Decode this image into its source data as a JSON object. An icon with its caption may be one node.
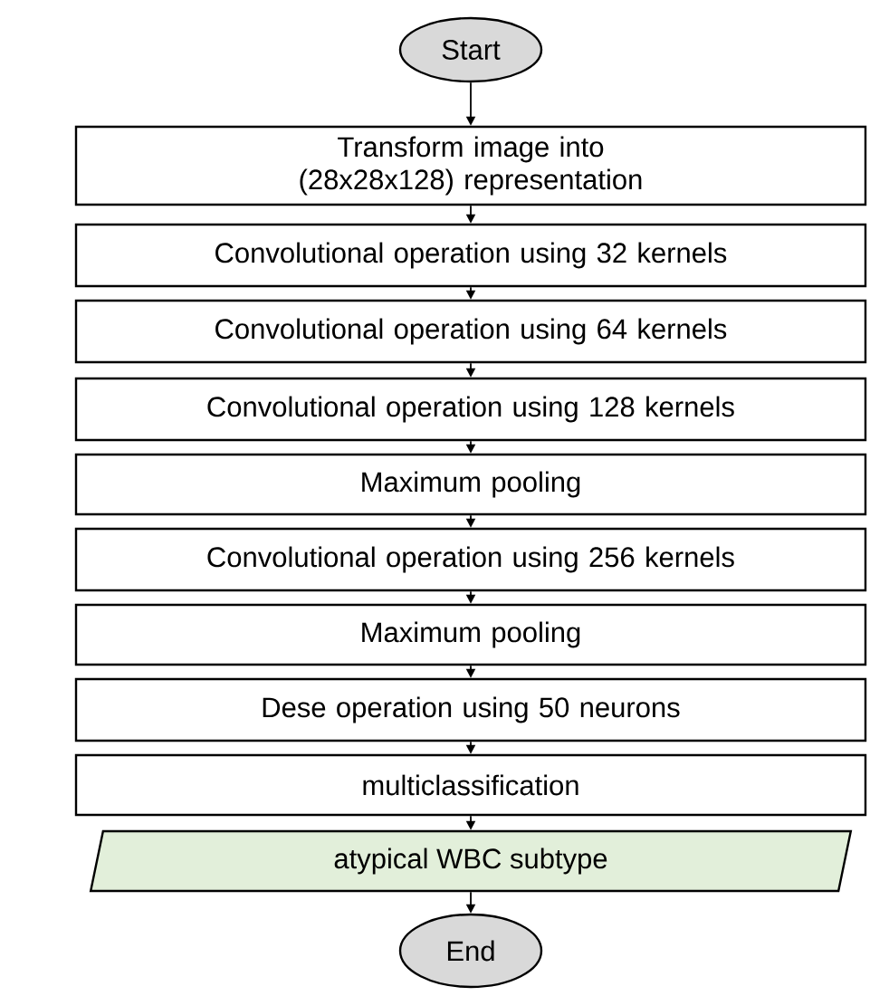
{
  "diagram": {
    "nodes": [
      {
        "text": [
          "Start"
        ]
      },
      {
        "text": [
          "Transform image into (28x28x128) representation"
        ]
      },
      {
        "text": [
          "Convolutional operation using 32 kernels"
        ]
      },
      {
        "text": [
          "Convolutional operation using 64 kernels"
        ]
      },
      {
        "text": [
          "Convolutional operation using 128 kernels"
        ]
      },
      {
        "text": [
          "Maximum pooling"
        ]
      },
      {
        "text": [
          "Convolutional operation using 256 kernels"
        ]
      },
      {
        "text": [
          "Maximum pooling"
        ]
      },
      {
        "text": [
          "Dese operation using 50 neurons"
        ]
      },
      {
        "text": [
          "multiclassification"
        ]
      },
      {
        "text": [
          "atypical WBC subtype"
        ]
      },
      {
        "text": [
          "End"
        ]
      }
    ],
    "edges": [
      {
        "from": 0,
        "to": 1,
        "arrow": "to"
      },
      {
        "from": 1,
        "to": 2,
        "arrow": "to"
      },
      {
        "from": 2,
        "to": 3,
        "arrow": "to"
      },
      {
        "from": 3,
        "to": 4,
        "arrow": "to"
      },
      {
        "from": 4,
        "to": 5,
        "arrow": "to"
      },
      {
        "from": 5,
        "to": 6,
        "arrow": "to"
      },
      {
        "from": 6,
        "to": 7,
        "arrow": "to"
      },
      {
        "from": 7,
        "to": 8,
        "arrow": "to"
      },
      {
        "from": 8,
        "to": 9,
        "arrow": "to"
      },
      {
        "from": 9,
        "to": 10,
        "arrow": "to"
      },
      {
        "from": 10,
        "to": 11,
        "arrow": "to"
      }
    ]
  }
}
